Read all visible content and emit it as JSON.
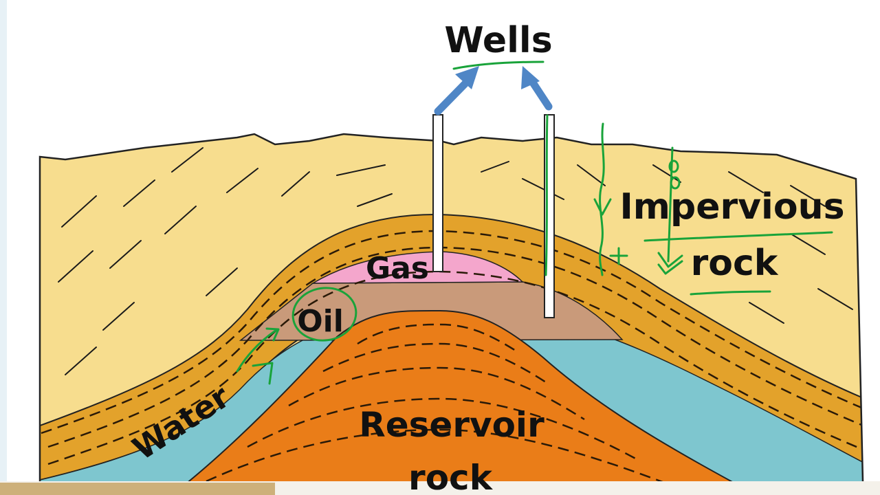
{
  "labels": {
    "wells": "Wells",
    "impervious_line1": "Impervious",
    "impervious_line2": "rock",
    "gas": "Gas",
    "oil": "Oil",
    "water": "Water",
    "reservoir_line1": "Reservoir",
    "reservoir_line2": "rock"
  },
  "colors": {
    "surface_rock": "#f7dd8e",
    "impervious_layer": "#e3a22b",
    "gas": "#f4a6cc",
    "oil": "#c99a7a",
    "water": "#7ec6cf",
    "reservoir_rock": "#ea7d18",
    "well_arrow": "#4f86c6",
    "annotation_ink": "#19a33a"
  },
  "icons": [
    "arrow-up-icon",
    "well-pipe-icon"
  ]
}
